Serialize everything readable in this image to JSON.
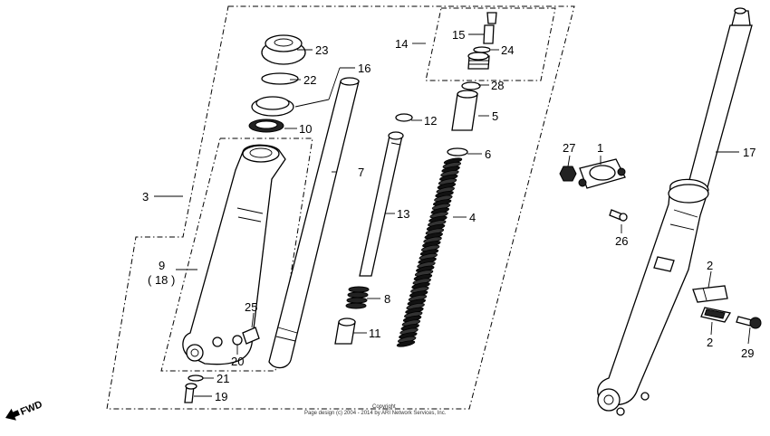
{
  "callouts": {
    "c1": "1",
    "c2a": "2",
    "c2b": "2",
    "c3": "3",
    "c4": "4",
    "c5": "5",
    "c6": "6",
    "c7": "7",
    "c8": "8",
    "c9": "9",
    "c9b": "( 18 )",
    "c10": "10",
    "c11": "11",
    "c12": "12",
    "c13": "13",
    "c14": "14",
    "c15": "15",
    "c16": "16",
    "c17": "17",
    "c19": "19",
    "c20": "20",
    "c21": "21",
    "c22": "22",
    "c23": "23",
    "c24": "24",
    "c25": "25",
    "c26": "26",
    "c27": "27",
    "c28": "28",
    "c29": "29"
  },
  "direction_label": "FWD",
  "copyright": {
    "line1": "Copyright",
    "line2": "Page design (c) 2004 - 2014 by ARI Network Services, Inc."
  }
}
